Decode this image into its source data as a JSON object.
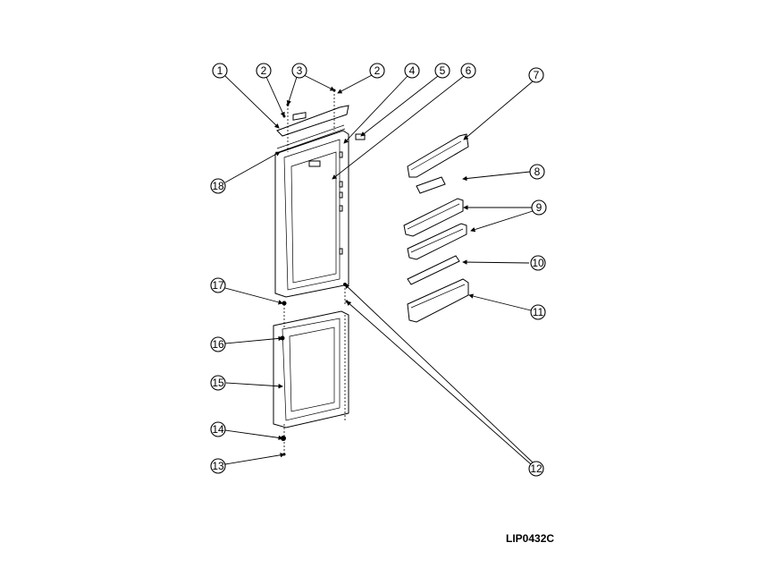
{
  "diagram": {
    "title_code": "LIP0432C",
    "callouts": [
      "1",
      "2",
      "3",
      "2",
      "4",
      "5",
      "6",
      "7",
      "8",
      "9",
      "10",
      "11",
      "12",
      "13",
      "14",
      "15",
      "16",
      "17",
      "18"
    ]
  }
}
